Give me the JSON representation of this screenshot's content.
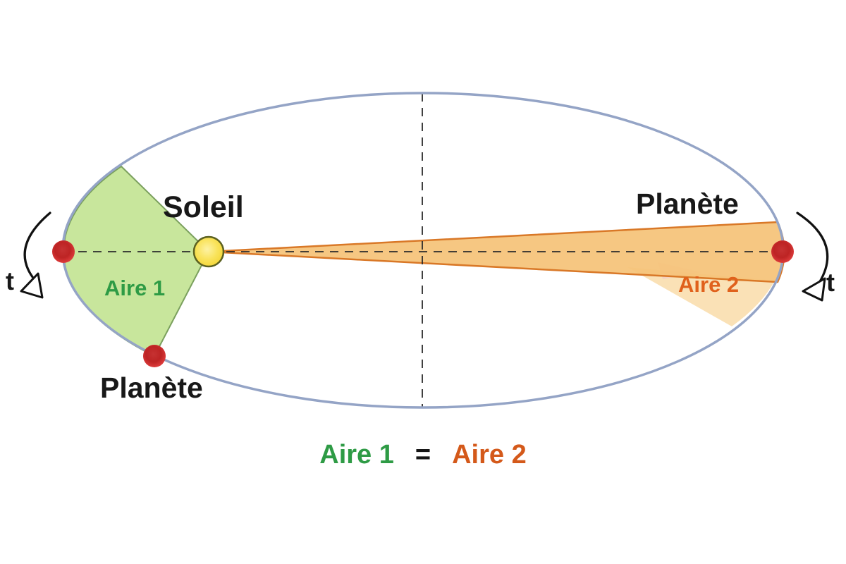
{
  "diagram": {
    "sun_label": "Soleil",
    "planet_label_right": "Planète",
    "planet_label_bottom": "Planète",
    "area1_label": "Aire 1",
    "area2_label": "Aire 2",
    "time_label_left": "t",
    "time_label_right": "t"
  },
  "equation": {
    "lhs": "Aire 1",
    "operator": "=",
    "rhs": "Aire 2"
  },
  "colors": {
    "orbit_stroke": "#94a4c6",
    "axis_dash": "#2b2b2b",
    "area1_fill": "#c8e69c",
    "area1_edge": "#7ba05e",
    "area1_text": "#2e9b45",
    "area2_fill": "#f5c379",
    "area2_faded_fill": "#f8d9a2",
    "area2_edge": "#d97827",
    "area2_text": "#e0611c",
    "sun_fill": "#f8e04d",
    "sun_edge": "#5c6120",
    "planet_dot": "#cf2b2b",
    "arrow": "#111111"
  }
}
